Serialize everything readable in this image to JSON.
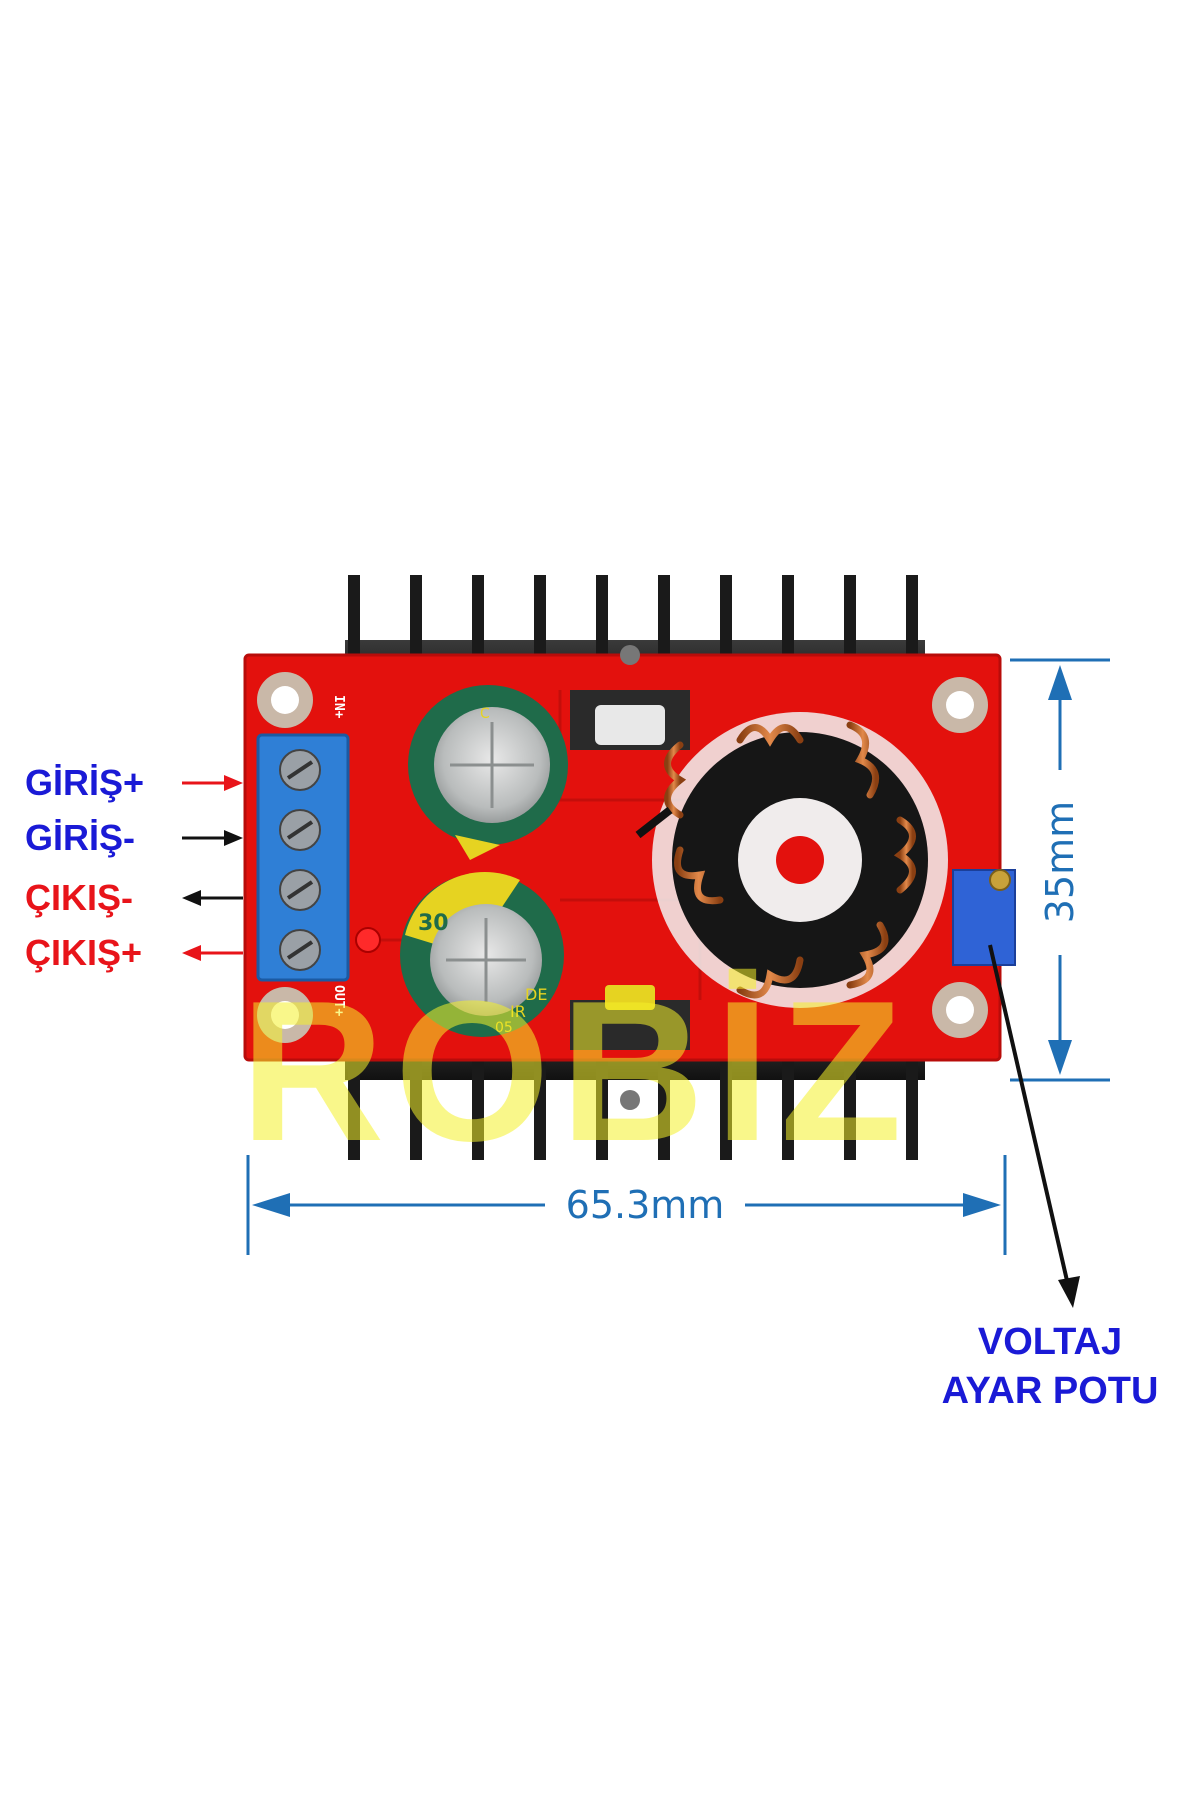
{
  "labels": {
    "input_plus": "GİRİŞ+",
    "input_minus": "GİRİŞ-",
    "output_minus": "ÇIKIŞ-",
    "output_plus": "ÇIKIŞ+",
    "pot_line1": "VOLTAJ",
    "pot_line2": "AYAR POTU"
  },
  "dimensions": {
    "height": "35mm",
    "width": "65.3mm"
  },
  "board_silkscreen": {
    "in": "IN+",
    "out": "OUT+",
    "cap_top": "C",
    "cap_bottom_a": "DE",
    "cap_bottom_b": "IR",
    "cap_bottom_c": "05",
    "cap_bottom_d": "30"
  },
  "watermark": "ROBİZ",
  "colors": {
    "blue_label": "#1a1ad6",
    "red_label": "#e8141a",
    "pcb_red": "#e3110d",
    "dimension_blue": "#1f6fb5",
    "watermark_yellow": "#f4f02a",
    "terminal_blue": "#2f7fd6",
    "capacitor_green": "#1f6b4a"
  }
}
